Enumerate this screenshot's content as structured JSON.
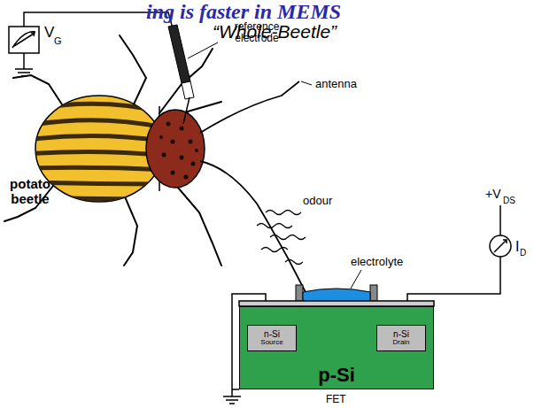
{
  "diagram": {
    "title": "“Whole-Beetle”",
    "nodes": [
      {
        "text": [
          "p-Si"
        ]
      },
      {
        "text": [
          "n-Si",
          "Source"
        ],
        "in": 0
      },
      {
        "text": [
          "n-Si",
          "Drain"
        ],
        "in": 0
      }
    ],
    "labels": [
      "ing is faster in MEMS",
      "V",
      "G",
      "reference electrode",
      "antenna",
      "potato beetle",
      "odour",
      "+V",
      "DS",
      "I",
      "D",
      "electrolyte",
      "FET"
    ]
  }
}
